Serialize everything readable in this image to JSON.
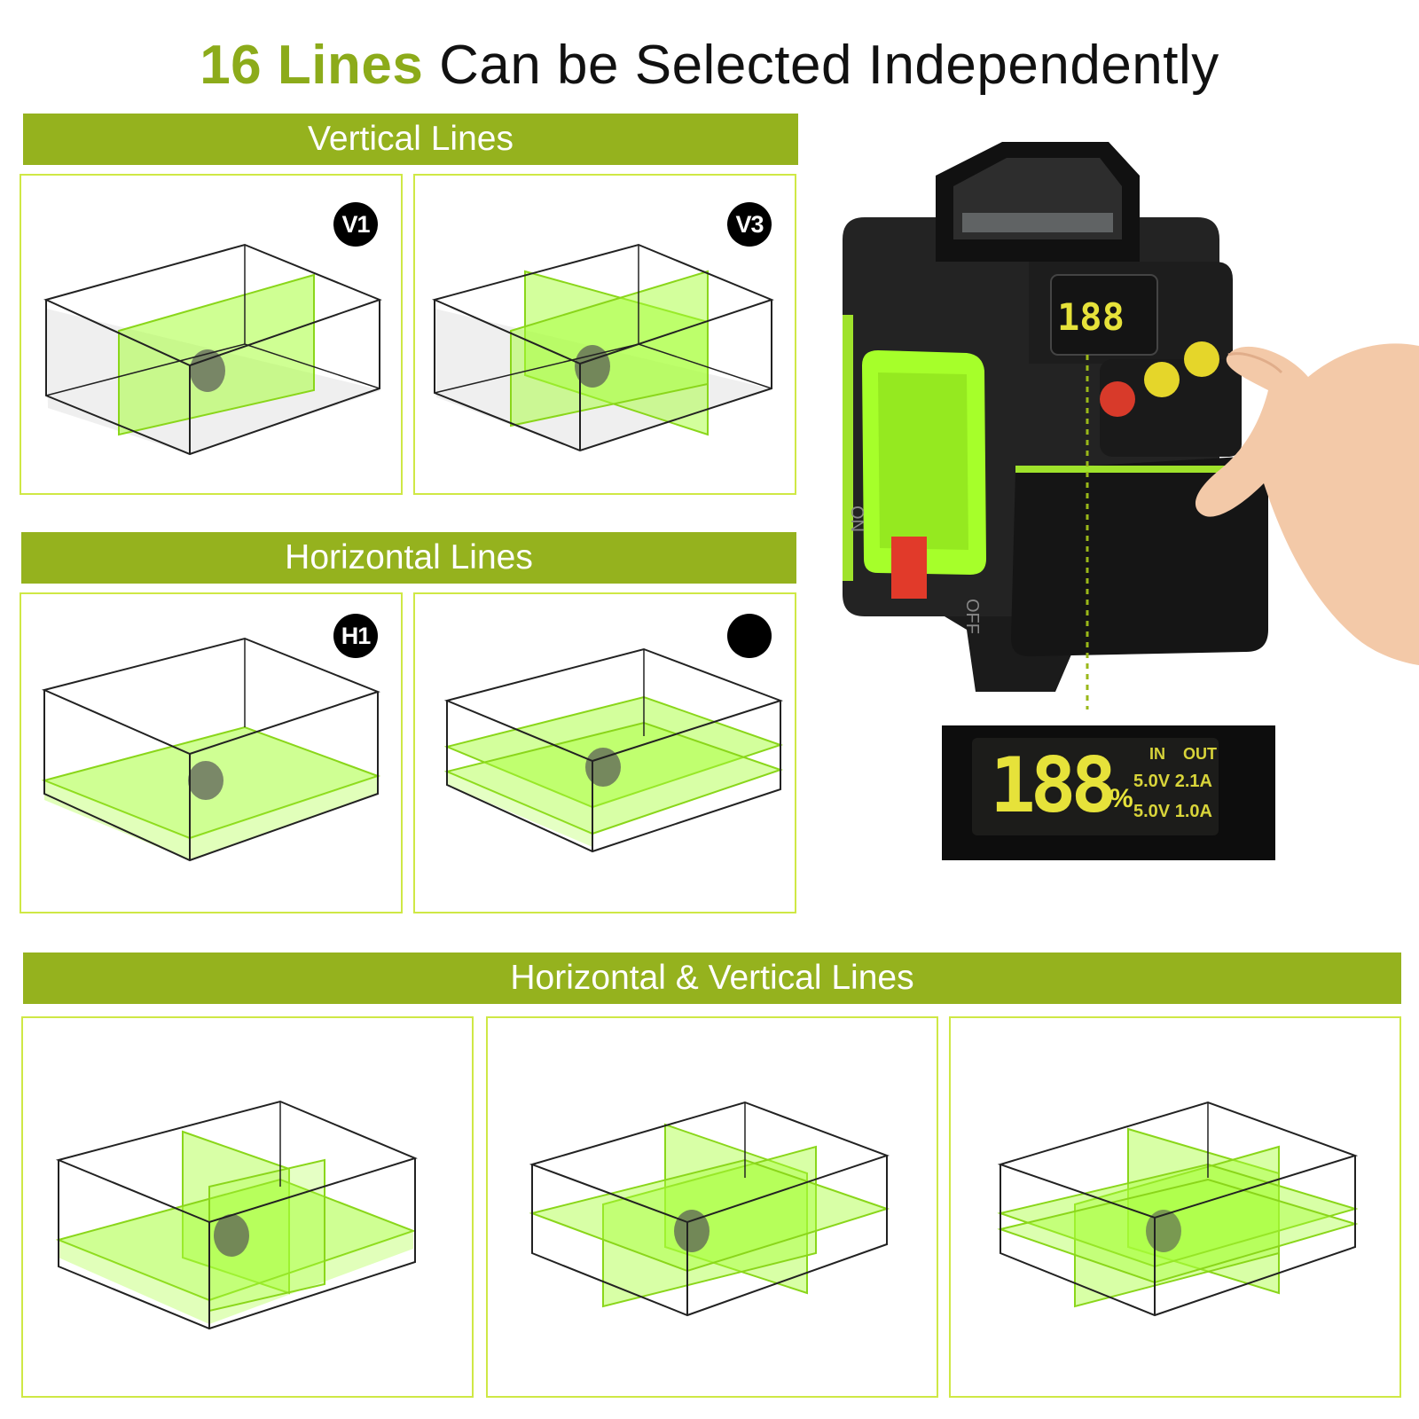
{
  "title": {
    "highlight": "16 Lines",
    "rest": "Can be Selected Independently"
  },
  "sections": {
    "vertical": "Vertical Lines",
    "horizontal": "Horizontal Lines",
    "combined": "Horizontal & Vertical Lines"
  },
  "badges": {
    "v1": "V1",
    "v3": "V3",
    "h1": "H1",
    "h2": ""
  },
  "display": {
    "digits": "188",
    "percent": "%",
    "in_label": "IN",
    "out_label": "OUT",
    "row1": "5.0V 2.1A",
    "row2": "5.0V 1.0A"
  },
  "device": {
    "on_label": "ON",
    "off_label": "OFF"
  },
  "colors": {
    "accent": "#95b21e",
    "laser": "#a8ff3a",
    "panel_border": "#cfe845",
    "title_highlight": "#8cab1a"
  }
}
